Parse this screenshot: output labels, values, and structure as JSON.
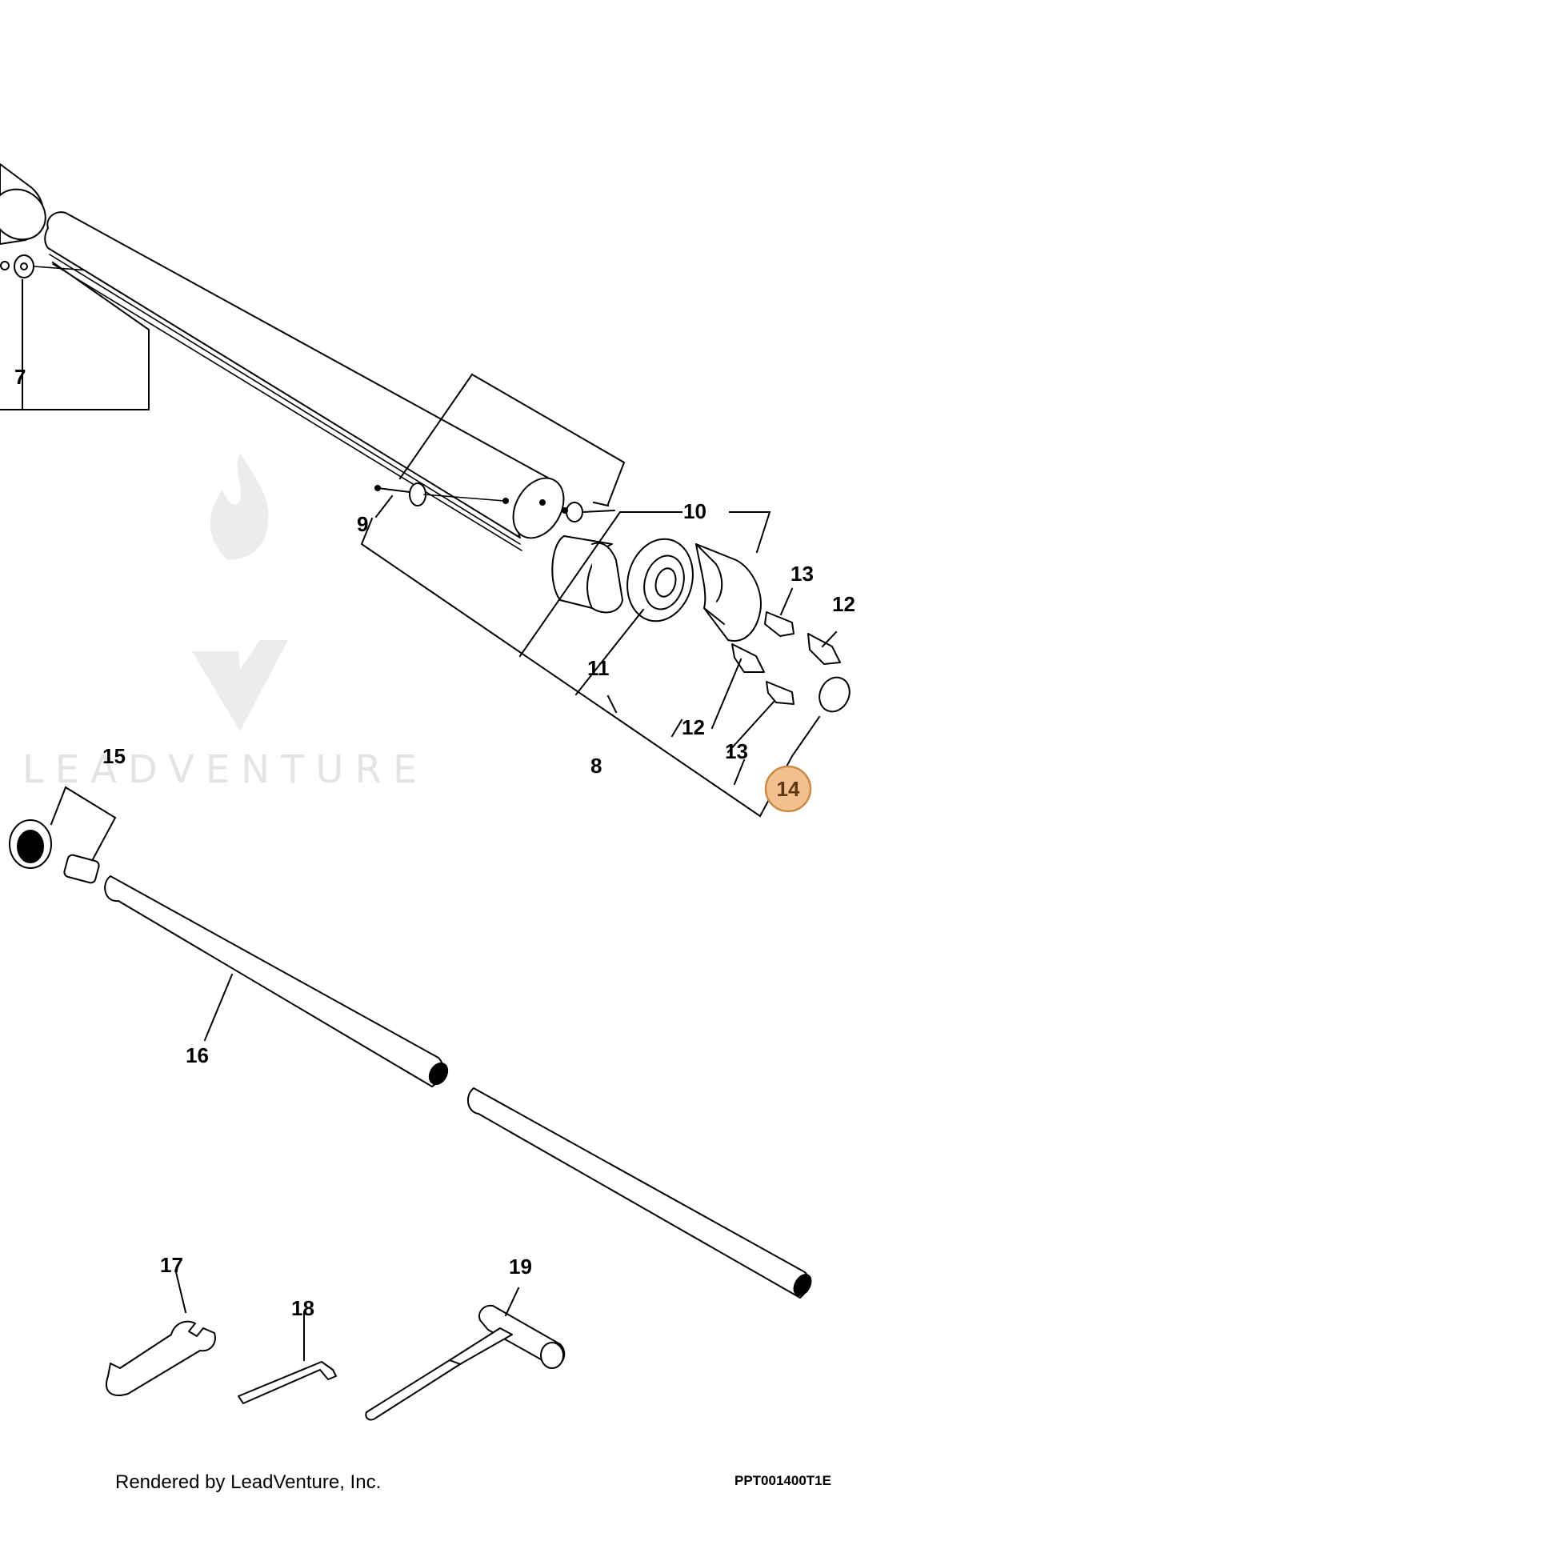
{
  "diagram": {
    "callouts": [
      {
        "id": "7",
        "label": "7"
      },
      {
        "id": "8",
        "label": "8"
      },
      {
        "id": "9",
        "label": "9"
      },
      {
        "id": "10",
        "label": "10"
      },
      {
        "id": "11",
        "label": "11"
      },
      {
        "id": "12a",
        "label": "12"
      },
      {
        "id": "12b",
        "label": "12"
      },
      {
        "id": "13a",
        "label": "13"
      },
      {
        "id": "13b",
        "label": "13"
      },
      {
        "id": "15",
        "label": "15"
      },
      {
        "id": "16",
        "label": "16"
      },
      {
        "id": "17",
        "label": "17"
      },
      {
        "id": "18",
        "label": "18"
      },
      {
        "id": "19",
        "label": "19"
      }
    ],
    "highlighted_callout": {
      "label": "14",
      "fill_color": "#f2c08e",
      "stroke_color": "#c98a4a"
    },
    "watermark": {
      "text": "LEADVENTURE",
      "color": "#e4e4e4"
    },
    "footer": {
      "rendered_by": "Rendered by LeadVenture, Inc.",
      "drawing_code": "PPT001400T1E"
    }
  }
}
